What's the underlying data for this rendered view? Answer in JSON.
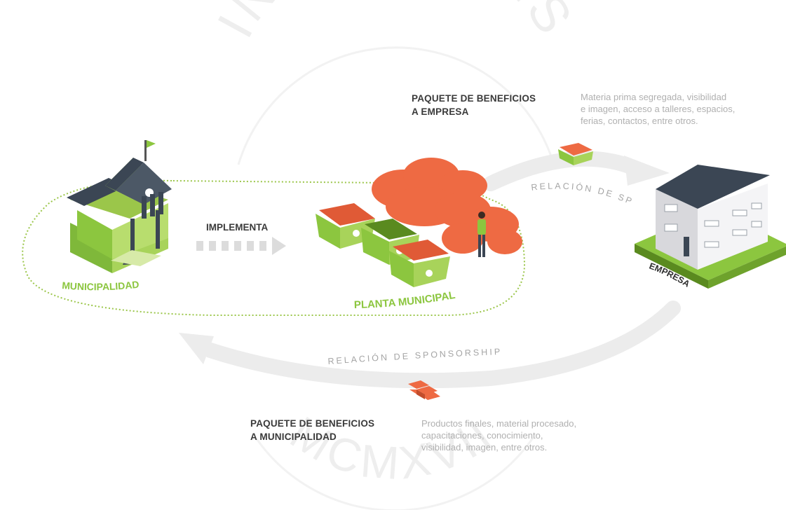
{
  "watermark": {
    "top_text": "IN TENEBRIS",
    "bottom_text": "MCMXVII"
  },
  "benefits_company": {
    "title": "PAQUETE DE BENEFICIOS\nA EMPRESA",
    "description": "Materia prima segregada, visibilidad\ne imagen, acceso a talleres, espacios,\nferias, contactos, entre otros."
  },
  "benefits_municipality": {
    "title": "PAQUETE DE BENEFICIOS\nA MUNICIPALIDAD",
    "description": "Productos finales, material procesado,\ncapacitaciones, conocimiento,\nvisibilidad, imagen, entre otros."
  },
  "flow": {
    "implementa": "IMPLEMENTA",
    "relation_top": "RELACIÓN DE SPONSORSHIP",
    "relation_bottom": "RELACIÓN DE SPONSORSHIP"
  },
  "nodes": {
    "municipalidad": "MUNICIPALIDAD",
    "planta": "PLANTA MUNICIPAL",
    "empresa": "EMPRESA"
  },
  "colors": {
    "green": "#8cc63f",
    "dark_green": "#5a8a1f",
    "orange": "#ee6a43",
    "roof": "#3b4654",
    "arrow_gray": "#ececec"
  }
}
